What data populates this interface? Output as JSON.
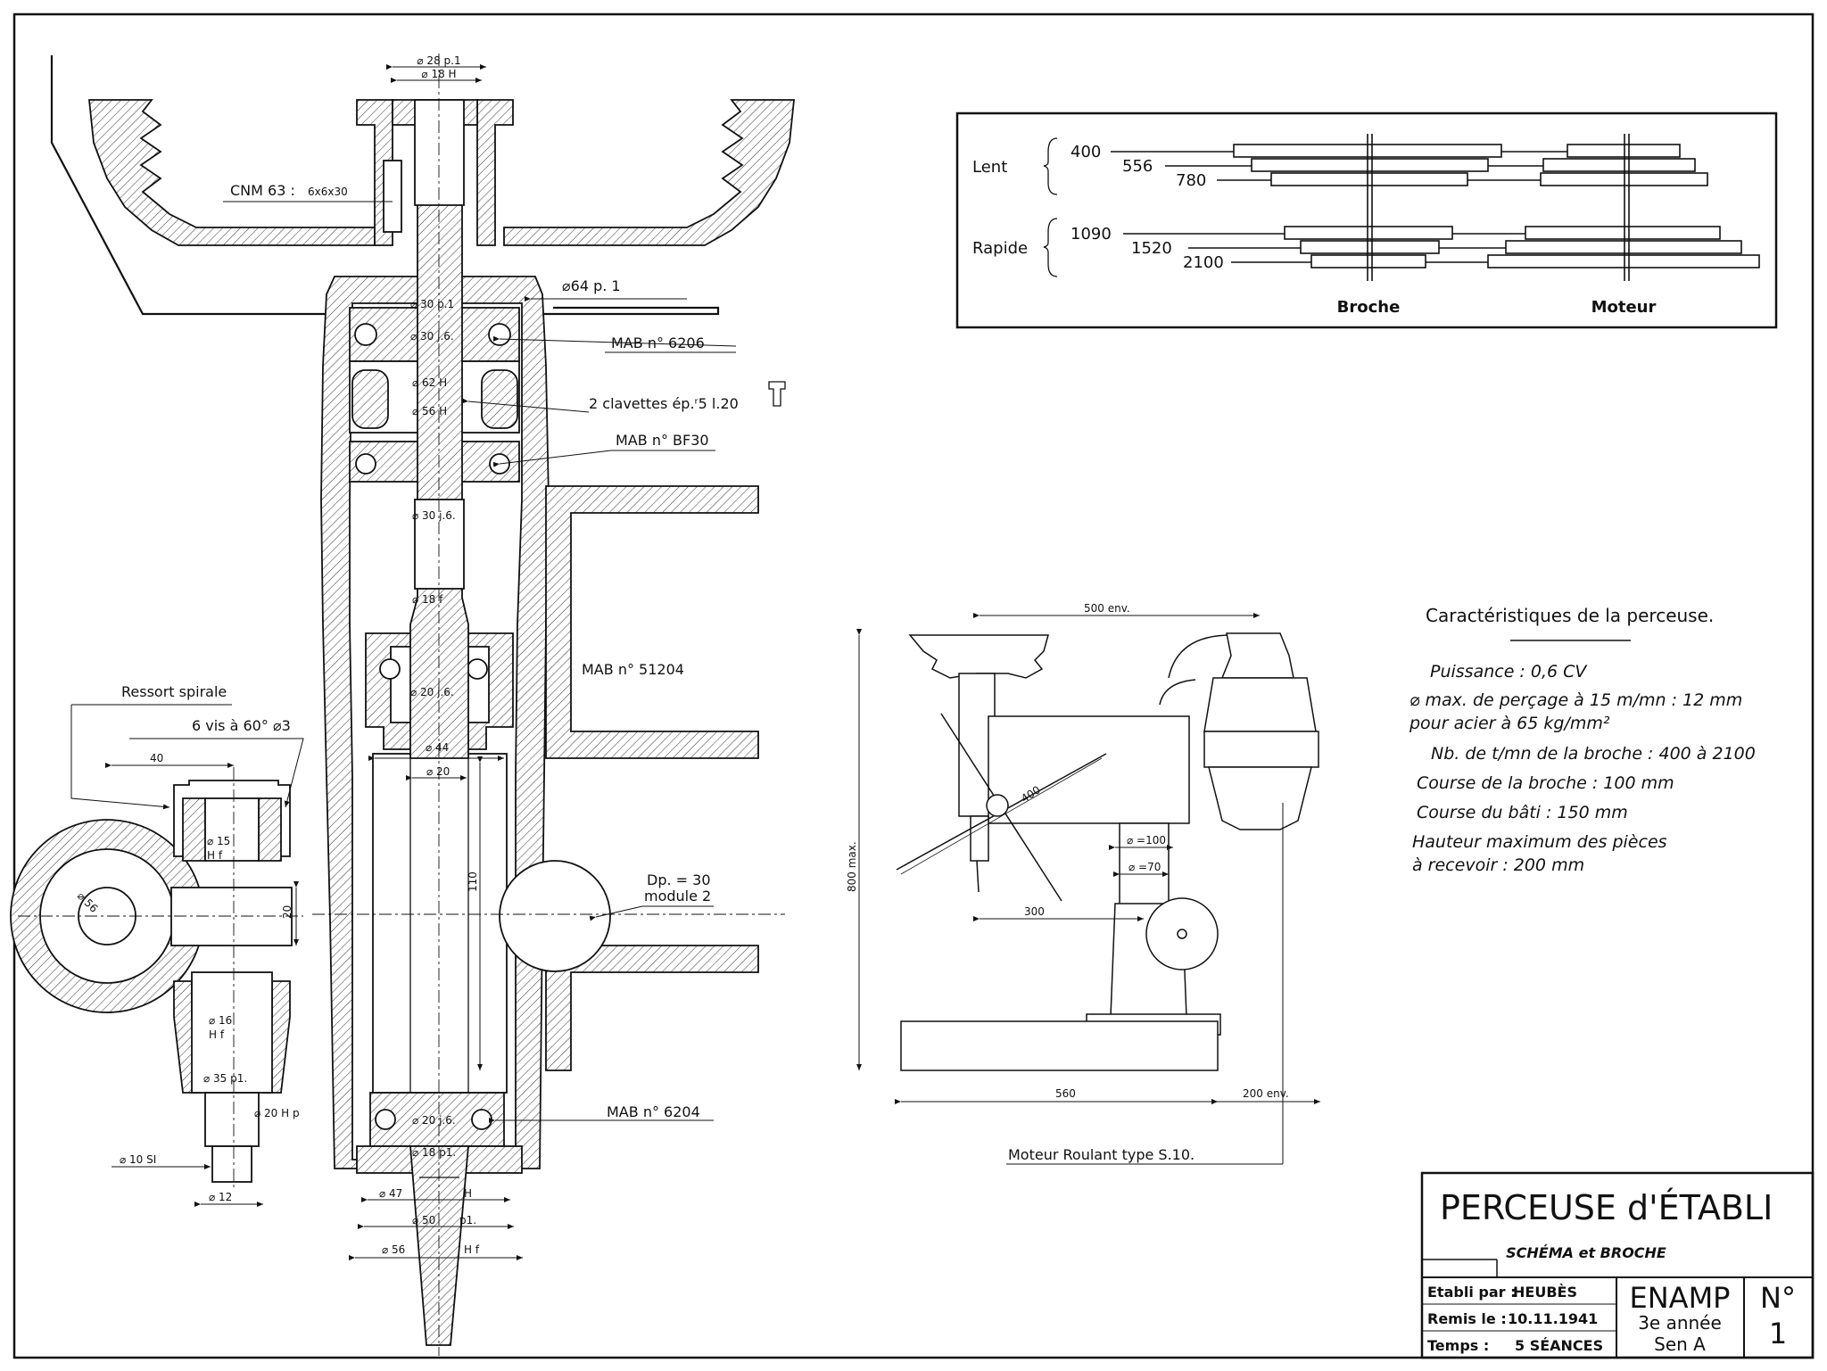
{
  "title_block": {
    "title": "PERCEUSE d'ÉTABLI",
    "subtitle": "SCHÉMA et BROCHE",
    "etabli_label": "Etabli par :",
    "etabli_value": "HEUBÈS",
    "remis_label": "Remis le :",
    "remis_value": "10.11.1941",
    "temps_label": "Temps :",
    "temps_value": "5 SÉANCES",
    "school": "ENAMP",
    "year": "3e année",
    "section": "Sen A",
    "number_label": "N°",
    "number_value": "1"
  },
  "speed_table": {
    "lent_label": "Lent",
    "rapide_label": "Rapide",
    "lent_speeds": [
      "400",
      "556",
      "780"
    ],
    "rapide_speeds": [
      "1090",
      "1520",
      "2100"
    ],
    "broche_label": "Broche",
    "moteur_label": "Moteur"
  },
  "characteristics": {
    "heading": "Caractéristiques de la perceuse.",
    "puissance": "Puissance : 0,6 CV",
    "percage_1": "⌀ max. de perçage à 15 m/mn : 12 mm",
    "percage_2": "pour acier à 65 kg/mm²",
    "tours": "Nb. de t/mn de la broche : 400 à 2100",
    "course_broche": "Course de la broche : 100 mm",
    "course_bati": "Course du bâti : 150 mm",
    "hauteur_1": "Hauteur maximum des pièces",
    "hauteur_2": "à recevoir : 200 mm"
  },
  "spindle_labels": {
    "d28": "⌀ 28 p.1",
    "d18h": "⌀ 18 H",
    "cnm": "CNM 63 :",
    "cnm_size": "6x6x30",
    "d64": "⌀64 p. 1",
    "d30p1": "⌀ 30 p.1",
    "d30j6_top": "⌀ 30 j.6.",
    "mab6206": "MAB n° 6206",
    "d62": "⌀ 62 H",
    "clavettes": "2 clavettes ép.ʳ5 l.20",
    "d56h": "⌀ 56 H",
    "mabbf30": "MAB n° BF30",
    "d30j6_mid": "⌀ 30 j.6.",
    "d18f7": "⌀ 18 f",
    "mab51204": "MAB n° 51204",
    "d20j6_top": "⌀ 20 j.6.",
    "d44": "⌀ 44",
    "d20": "⌀ 20",
    "dim110": "110",
    "dp": "Dp. = 30",
    "module": "module 2",
    "d20j6_bot": "⌀ 20 j.6.",
    "mab6204": "MAB n° 6204",
    "d18p1": "⌀ 18 p1.",
    "d47": "⌀ 47",
    "h7": "H",
    "d50": "⌀ 50",
    "p1": "p1.",
    "d56": "⌀ 56",
    "h7f7": "H  f"
  },
  "side_labels": {
    "ressort": "Ressort spirale",
    "vis": "6 vis à 60° ⌀3",
    "dim40": "40",
    "d15": "⌀ 15",
    "h7f7a": "H  f",
    "d56s": "⌀ 56",
    "dim20": "20",
    "d16": "⌀ 16",
    "h7f7b": "H  f",
    "d35": "⌀ 35 p1.",
    "d20h7": "⌀ 20 H  p",
    "d10": "⌀ 10 SI",
    "d12": "⌀ 12"
  },
  "machine_labels": {
    "env500": "500 env.",
    "dim400": "400",
    "max800": "800 max.",
    "d100": "⌀ =100",
    "d70": "⌀ =70",
    "dim300": "300",
    "dim560": "560",
    "env200": "200 env.",
    "moteur": "Moteur Roulant type S.10."
  }
}
